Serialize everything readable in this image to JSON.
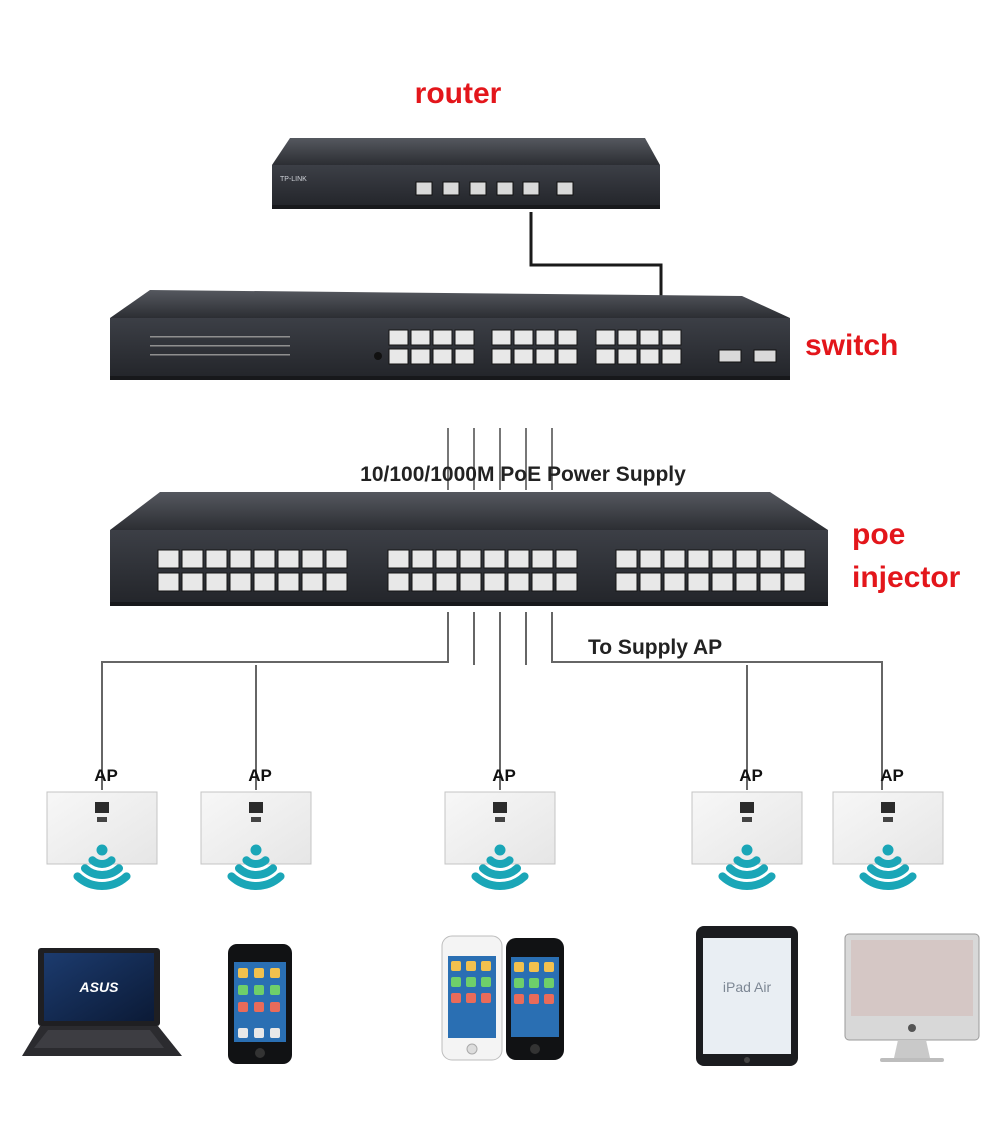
{
  "labels": {
    "router": "router",
    "switch": "switch",
    "poe_line1": "poe",
    "poe_line2": "injector",
    "poe_supply": "10/100/1000M PoE Power Supply",
    "to_supply_ap": "To Supply AP",
    "ap": "AP"
  },
  "device_text": {
    "router_brand": "TP-LINK",
    "laptop_brand": "ASUS",
    "tablet_name": "iPad Air"
  },
  "icons": {
    "router": "router-icon",
    "switch": "switch-icon",
    "poe_injector": "poe-injector-icon",
    "access_point": "wall-access-point-icon",
    "wifi": "wifi-icon",
    "laptop": "laptop-icon",
    "phone": "smartphone-icon",
    "tablet": "tablet-icon",
    "desktop": "desktop-computer-icon"
  },
  "colors": {
    "label_red": "#e3161b",
    "device_body": "#3a3d44",
    "port_white": "#e8e8e8",
    "wifi_teal": "#1aa6b7",
    "cable": "#1a1a1a"
  }
}
